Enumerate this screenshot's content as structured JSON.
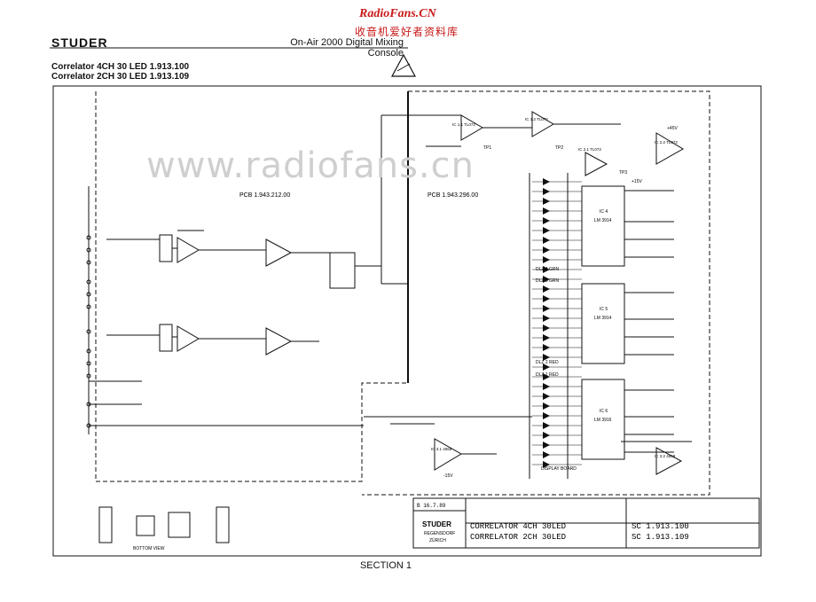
{
  "header": {
    "site_title": "RadioFans.CN",
    "site_subtitle": "收音机爱好者资料库",
    "brand": "STUDER",
    "console_title": "On-Air 2000 Digital Mixing Console",
    "variants": [
      "Correlator 4CH 30 LED  1.913.100",
      "Correlator 2CH 30 LED  1.913.109"
    ]
  },
  "watermark": "www.radiofans.cn",
  "schematic": {
    "pcb_left": "PCB  1.943.212.00",
    "pcb_right": "PCB  1.943.296.00",
    "display_board": "DISPLAY BOARD",
    "led_groups": [
      "DLZ 4 GRN",
      "DLZ 3 GRN",
      "DLZ 2 RED",
      "DLZ 1 RED"
    ],
    "ic_labels": [
      "IC 4",
      "LM 3914",
      "IC 5",
      "LM 3914",
      "IC 6",
      "LM 3916"
    ],
    "opamps": [
      "IC 1.1 TL072",
      "IC 1.2 TL072",
      "IC 2.1 TL072",
      "IC 2.2 TL072",
      "IC 3.1 4559",
      "IC 3.2 4559"
    ],
    "supply": [
      "+15V",
      "-15V",
      "+45V"
    ],
    "test_points": [
      "TP1",
      "TP2",
      "TP3"
    ],
    "bottom_view_label": "BOTTOM VIEW",
    "section_label": "SECTION 1"
  },
  "title_block": {
    "revision": "B  16.7.89",
    "company": "STUDER",
    "city": "REGENSDORF",
    "city2": "ZÜRICH",
    "title_line1": "CORRELATOR 4CH 30LED",
    "title_line2": "CORRELATOR 2CH 30LED",
    "number_line1": "SC  1.913.100",
    "number_line2": "SC  1.913.109"
  }
}
